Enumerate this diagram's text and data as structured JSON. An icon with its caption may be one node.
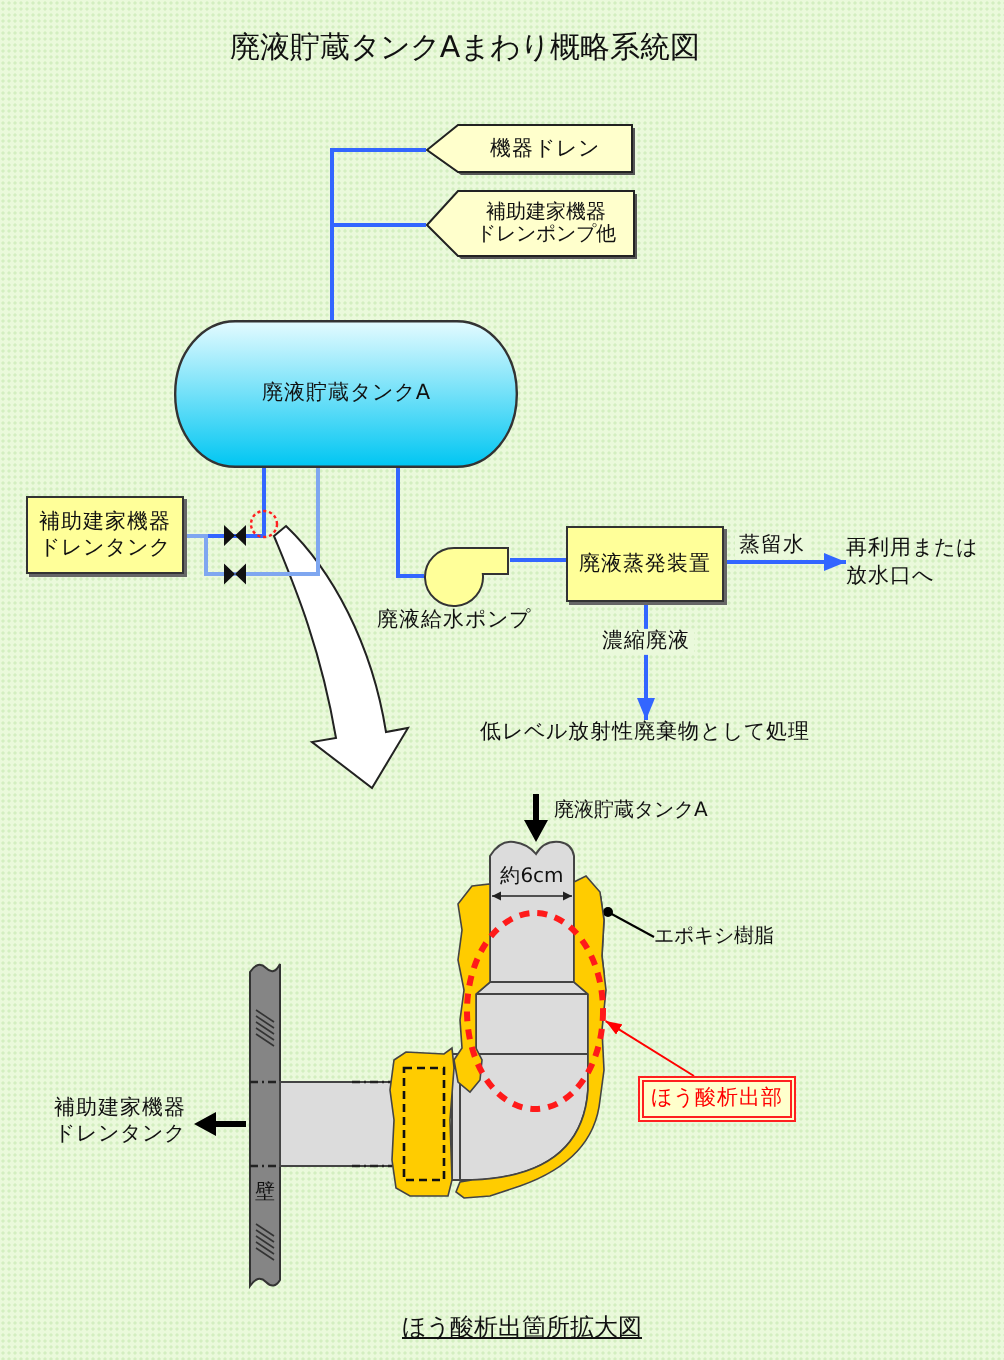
{
  "diagram": {
    "title": "廃液貯蔵タンクAまわり概略系統図",
    "caption": "ほう酸析出箇所拡大図",
    "nodes": [
      {
        "text": [
          "機器ドレン"
        ]
      },
      {
        "text": [
          "補助建家機器ドレンポンプ他"
        ]
      },
      {
        "text": [
          "廃液貯蔵タンクA"
        ]
      },
      {
        "text": [
          "補助建家機器ドレンタンク"
        ]
      },
      {
        "text": [],
        "shape": "pump",
        "beside": [
          "廃液給水ポンプ"
        ]
      },
      {
        "text": [
          "廃液蒸発装置"
        ]
      },
      {
        "text": [
          "再利用または放水口へ"
        ]
      },
      {
        "text": [
          "低レベル放射性廃棄物として処理"
        ]
      },
      {
        "text": [
          "エポキシ樹脂"
        ]
      },
      {
        "text": [
          "ほう酸析出部"
        ]
      },
      {
        "text": [],
        "shape": "ellipse"
      },
      {
        "text": [],
        "shape": "box"
      }
    ],
    "edges": [
      {
        "from": 0,
        "to": 2,
        "arrow": "none"
      },
      {
        "from": 1,
        "to": 2,
        "arrow": "none"
      },
      {
        "from": 2,
        "to": 3,
        "arrow": "none"
      },
      {
        "from": 2,
        "to": 3,
        "arrow": "none",
        "color": "#7fa7f0"
      },
      {
        "from": 2,
        "to": 4,
        "arrow": "none"
      },
      {
        "from": 4,
        "to": 5,
        "arrow": "none"
      },
      {
        "from": 5,
        "to": 6,
        "arrow": "to",
        "label": "蒸留水"
      },
      {
        "from": 5,
        "to": 7,
        "arrow": "to",
        "label": "濃縮廃液"
      },
      {
        "from": 8,
        "to": 11,
        "arrow": "other",
        "color": "#000000"
      },
      {
        "from": 9,
        "to": 10,
        "arrow": "to",
        "color": "#ff0000"
      }
    ],
    "labels": [
      "廃液貯蔵タンクA",
      "約6cm",
      "補助建家機器ドレンタンク",
      "壁"
    ]
  }
}
